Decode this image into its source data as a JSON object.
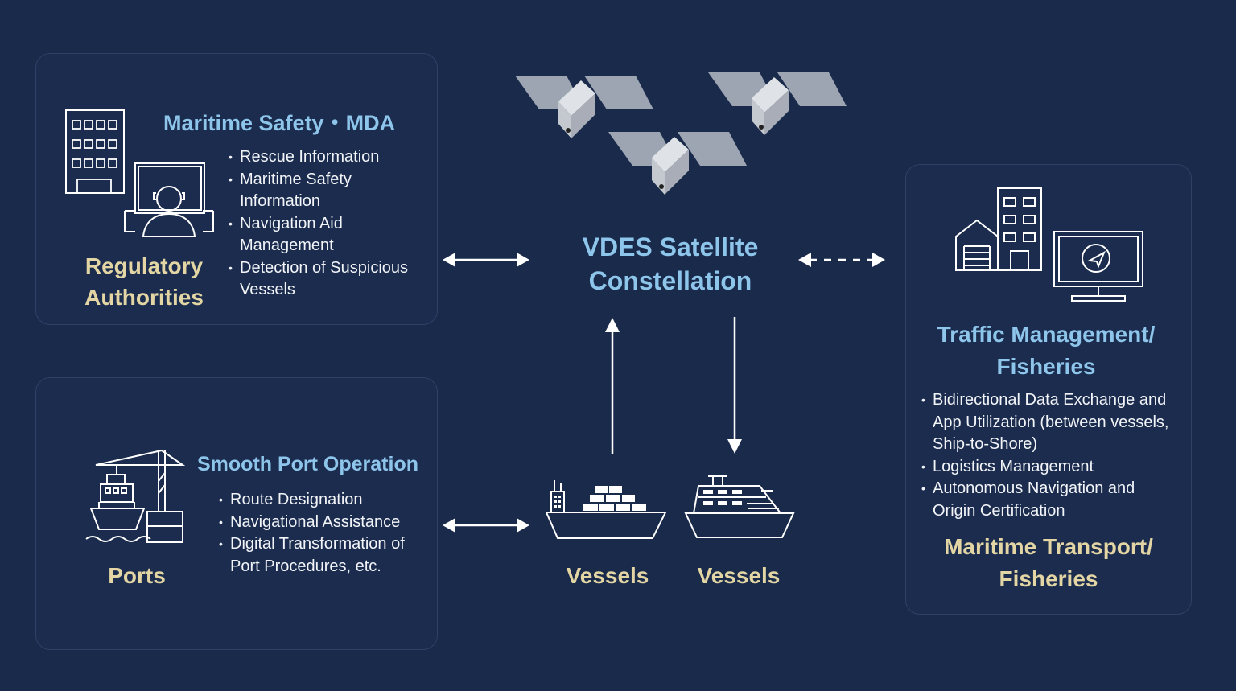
{
  "regulatory": {
    "title": "Maritime Safety・MDA",
    "items": [
      "Rescue Information",
      "Maritime Safety Information",
      "Navigation Aid Management",
      "Detection of Suspicious Vessels"
    ],
    "label_line1": "Regulatory",
    "label_line2": "Authorities"
  },
  "ports": {
    "title": "Smooth Port Operation",
    "items": [
      "Route Designation",
      "Navigational Assistance",
      "Digital Transformation of Port Procedures, etc."
    ],
    "label": "Ports"
  },
  "center": {
    "title_line1": "VDES Satellite",
    "title_line2": "Constellation",
    "vessels_left": "Vessels",
    "vessels_right": "Vessels"
  },
  "traffic": {
    "title_line1": "Traffic Management/",
    "title_line2": "Fisheries",
    "items": [
      "Bidirectional Data Exchange and App Utilization (between vessels, Ship-to-Shore)",
      "Logistics Management",
      "Autonomous Navigation and Origin Certification"
    ],
    "label_line1": "Maritime Transport/",
    "label_line2": "Fisheries"
  },
  "colors": {
    "background": "#1a2a4b",
    "title_blue": "#8ec5ea",
    "label_gold": "#e3d6a4"
  }
}
